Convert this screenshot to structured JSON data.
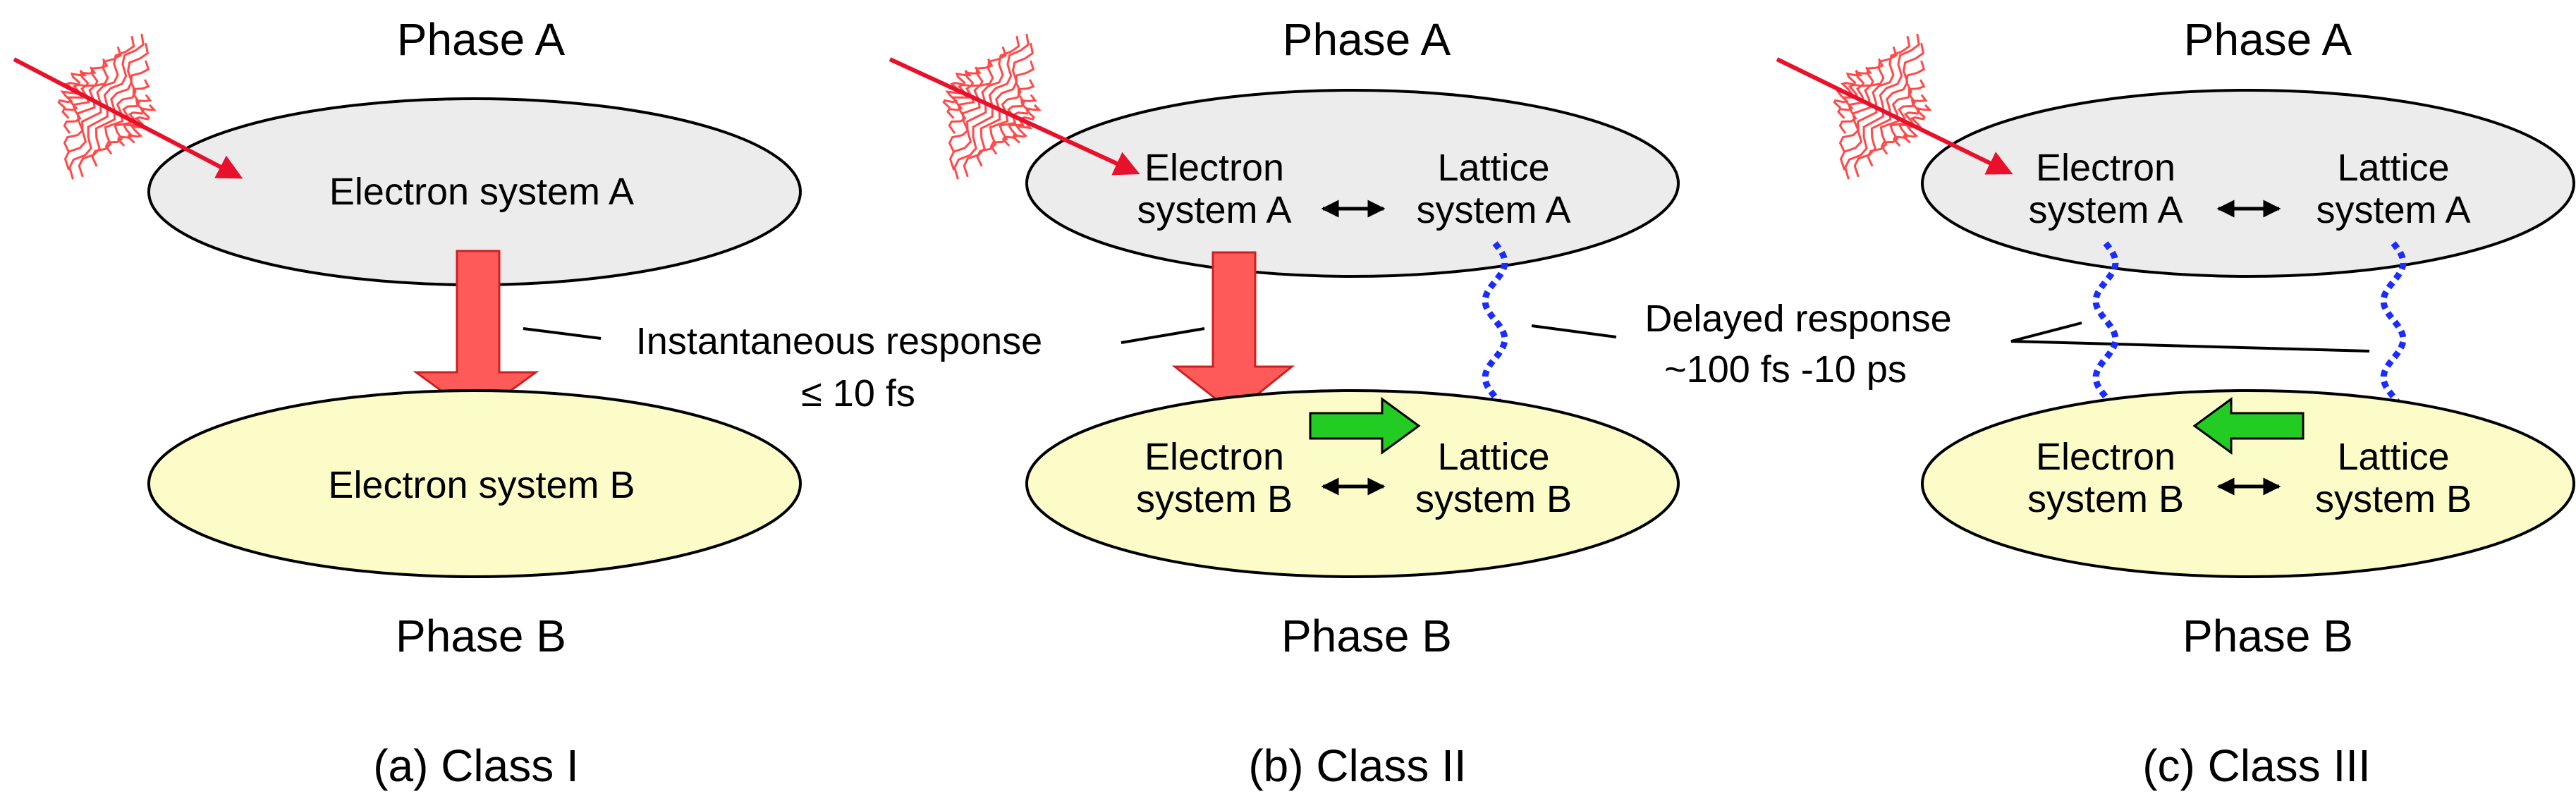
{
  "panels": [
    {
      "phase_top": "Phase A",
      "phase_bottom": "Phase B",
      "caption": "(a) Class I",
      "system_a": {
        "lines": [
          "Electron system A"
        ]
      },
      "system_b": {
        "lines": [
          "Electron system B"
        ]
      }
    },
    {
      "phase_top": "Phase A",
      "phase_bottom": "Phase B",
      "caption": "(b) Class II",
      "system_a": {
        "electron": [
          "Electron",
          "system A"
        ],
        "lattice": [
          "Lattice",
          "system A"
        ]
      },
      "system_b": {
        "electron": [
          "Electron",
          "system B"
        ],
        "lattice": [
          "Lattice",
          "system B"
        ]
      }
    },
    {
      "phase_top": "Phase A",
      "phase_bottom": "Phase B",
      "caption": "(c) Class III",
      "system_a": {
        "electron": [
          "Electron",
          "system A"
        ],
        "lattice": [
          "Lattice",
          "system A"
        ]
      },
      "system_b": {
        "electron": [
          "Electron",
          "system B"
        ],
        "lattice": [
          "Lattice",
          "system B"
        ]
      }
    }
  ],
  "annotations": {
    "instantaneous": [
      "Instantaneous response",
      "≤ 10 fs"
    ],
    "delayed": [
      "Delayed response",
      "~100 fs -10 ps"
    ]
  },
  "colors": {
    "phase_a_fill": "#ececec",
    "phase_b_fill": "#fcfcc8",
    "instant_arrow": "#ff5a5a",
    "lattice_arrow": "#22cc22",
    "delayed_arrow": "#1a2cff",
    "pulse": "#ff4a4a"
  },
  "icons": {
    "pulse": "light-pulse-icon",
    "instant": "instantaneous-transition-arrow",
    "delayed": "delayed-transition-arrow",
    "energy": "energy-flow-arrow",
    "coupling": "coupling-double-arrow"
  }
}
